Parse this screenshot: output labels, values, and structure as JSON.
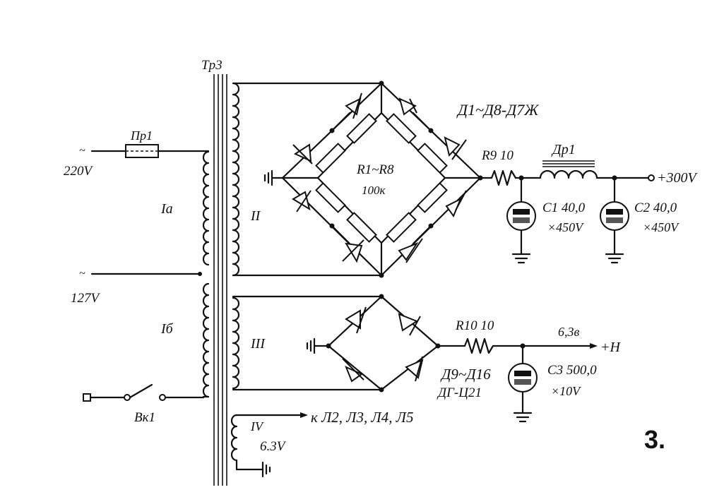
{
  "labels": {
    "transformer": "Tp3",
    "fuse": "Пp1",
    "mains_220": "220V",
    "mains_127": "127V",
    "winding_1a": "Ia",
    "winding_1b": "Iб",
    "winding_2": "II",
    "winding_3": "III",
    "winding_4": "IV",
    "winding_4_voltage": "6.3V",
    "switch": "Bк1",
    "diodes_upper": "Д1~Д8-Д7Ж",
    "resistors_upper": "R1~R8",
    "resistors_upper_value": "100к",
    "r9": "R9  10",
    "choke": "Дp1",
    "c1": "C1  40,0",
    "c1_voltage": "×450V",
    "c2": "C2  40,0",
    "c2_voltage": "×450V",
    "out_300": "+300V",
    "r10": "R10  10",
    "out_heater_value": "6,3в",
    "out_heater_node": "+H",
    "diodes_lower": "Д9~Д16",
    "diodes_lower_type": "ДГ-Ц21",
    "c3": "C3  500,0",
    "c3_voltage": "×10V",
    "lamps": "к Л2, Л3, Л4, Л5",
    "figure_number": "3."
  }
}
